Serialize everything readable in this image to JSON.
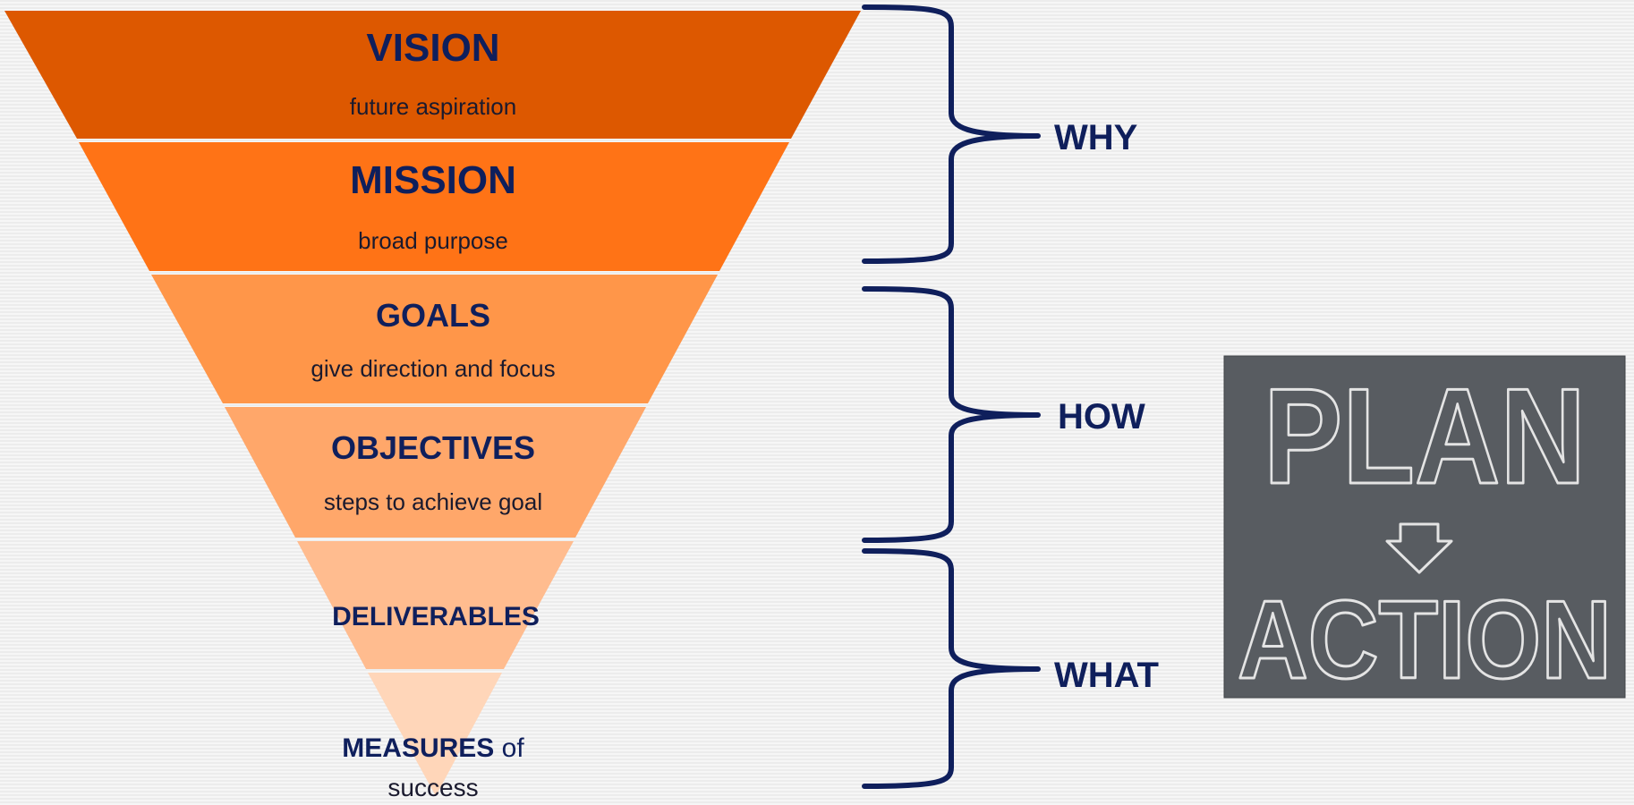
{
  "pyramid": {
    "levels": [
      {
        "title": "VISION",
        "subtitle": "future aspiration",
        "color": "#dd5800"
      },
      {
        "title": "MISSION",
        "subtitle": "broad purpose",
        "color": "#ff7316"
      },
      {
        "title": "GOALS",
        "subtitle": "give direction and focus",
        "color": "#ff9649"
      },
      {
        "title": "OBJECTIVES",
        "subtitle": "steps to achieve goal",
        "color": "#ffa76a"
      },
      {
        "title": "DELIVERABLES",
        "subtitle": "",
        "color": "#ffbc8f"
      },
      {
        "title": "MEASURES",
        "title_suffix": " of",
        "subtitle": "success",
        "color": "#ffd6b9"
      }
    ]
  },
  "braces": [
    {
      "label": "WHY"
    },
    {
      "label": "HOW"
    },
    {
      "label": "WHAT"
    }
  ],
  "colors": {
    "text_dark": "#0f1f5c",
    "brace": "#0f1f5c",
    "chalkboard": "#5d6166"
  },
  "image": {
    "subject": "chalkboard",
    "line1": "PLAN",
    "line2": "ACTION",
    "arrow_icon": "arrow-down-icon"
  }
}
